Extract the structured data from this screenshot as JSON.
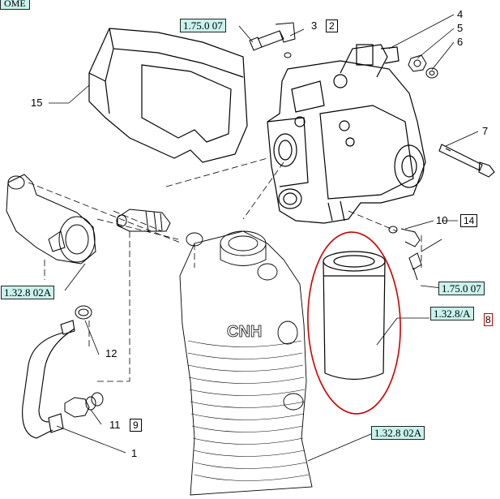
{
  "nav": {
    "home_label": "OME"
  },
  "references": {
    "top": "1.75.0 07",
    "left": "1.32.8 02A",
    "right_mid": "1.75.0 07",
    "filter": "1.32.8/A",
    "bottom": "1.32.8 02A"
  },
  "callouts": {
    "n1": "1",
    "n2": "2",
    "n3": "3",
    "n4": "4",
    "n5": "5",
    "n6": "6",
    "n7": "7",
    "n8": "8",
    "n9": "9",
    "n10": "10",
    "n11": "11",
    "n12": "12",
    "n14": "14",
    "n15": "15"
  },
  "brand_text": "CNH",
  "colors": {
    "ref_bg": "#c9f2ec",
    "highlight": "#cc0000",
    "line": "#000000"
  }
}
